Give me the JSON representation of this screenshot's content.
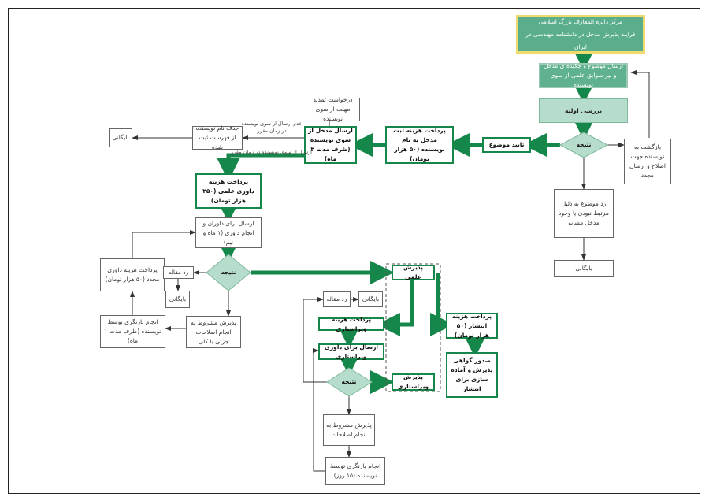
{
  "header": {
    "line1": "مرکز دائره المعارف بزرگ اسلامی",
    "line2": "فرایند پذیرش مدخل در دانشنامه مهندسی در ایران"
  },
  "steps": {
    "submit": "ارسال موضوع و چکیده ی مدخل و نیز سوابق علمی از سوی نویسنده",
    "initial_review": "بررسی اولیه",
    "result": "نتیجه",
    "return_author": "بازگشت به نویسنده جهت اصلاح و ارسال مجدد",
    "reject_topic": "رد موضوع به دلیل مرتبط نبودن یا وجود مدخل مشابه",
    "archive": "بایگانی",
    "approve_topic": "تایید موضوع",
    "pay_reg_fee": "پرداخت هزینه ثبت مدخل به نام نویسنده (۵۰ هزار تومان)",
    "send_entry": "ارسال مدخل از سوی نویسنده (ظرف مدت ۳ ماه)",
    "extension_request": "درخواست تمدید مهلت از سوی نویسنده",
    "remove_author": "حذف نام نویسنده از فهرست ثبت شده",
    "pay_review_fee": "پرداخت هزینه داوری علمی (۲۵۰ هزار تومان)",
    "send_reviewers": "ارسال برای داوران و انجام داوری (۱ ماه و نیم)",
    "repay_review_fee": "پرداخت هزینه داوری مجدد (۵۰ هزار تومان)",
    "reject_article": "رد مقاله",
    "conditional_accept": "پذیرش مشروط به انجام اصلاحات جزئی یا کلی",
    "author_revision": "انجام بازنگری توسط نویسنده (ظرف مدت ۱ ماه)",
    "scientific_accept": "پذیرش علمی",
    "pay_edit_fee": "پرداخت هزینه ویراستاری",
    "send_edit_review": "ارسال برای داوری ویراستاری",
    "edit_accept": "پذیرش ویراستاری",
    "conditional_accept_edit": "پذیرش مشروط به انجام اصلاحات",
    "author_revision_15": "انجام بازنگری توسط نویسنده (۱۵ روز)",
    "pay_publish_fee": "پرداخت هزینه انتشار (۵۰ هزار تومان)",
    "issue_certificate": "صدور گواهی پذیرش و آماده سازی برای انتشار"
  },
  "edge_labels": {
    "no_send_deadline": "عدم ارسال از سوی نویسنده در زمان مقرر",
    "sent_in_time": "ارسال از سوی نویسنده در زمان مقرر"
  },
  "colors": {
    "arrow_green": "#16874a",
    "header_green": "#5aae8c",
    "header_border": "#f0dc6e",
    "diamond_fill": "#b6dccb",
    "review_fill": "#b6dccb"
  }
}
